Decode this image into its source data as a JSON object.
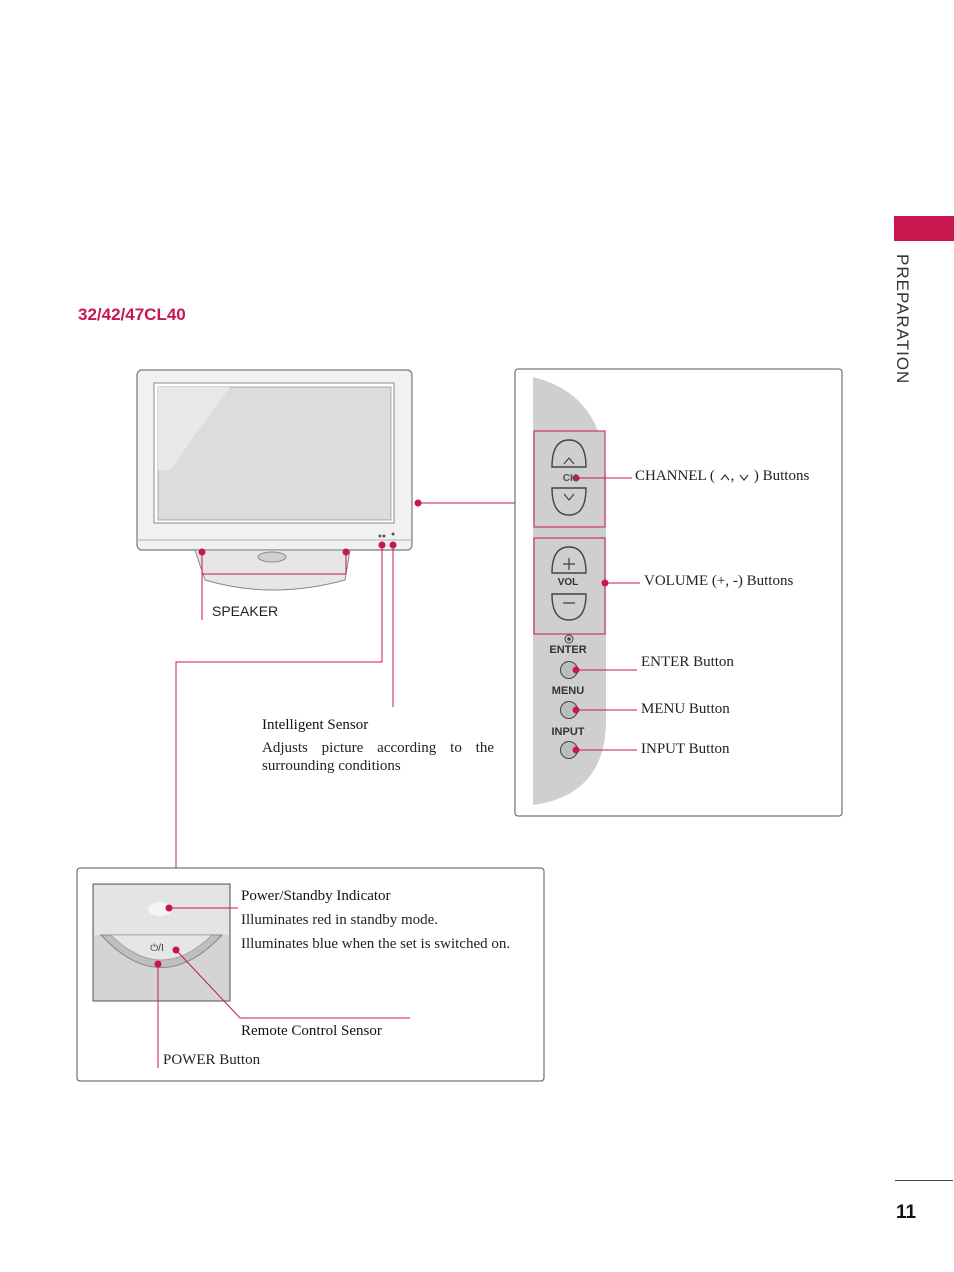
{
  "side_tab": {
    "label": "PREPARATION"
  },
  "model": {
    "title": "32/42/47CL40"
  },
  "page": {
    "number": "11"
  },
  "front": {
    "speaker_label": "SPEAKER",
    "sensor_title": "Intelligent Sensor",
    "sensor_desc": "Adjusts picture according to the surrounding conditions"
  },
  "side_panel": {
    "ch_text": "CH",
    "vol_text": "VOL",
    "enter_text": "ENTER",
    "menu_text": "MENU",
    "input_text": "INPUT",
    "channel_label_pre": "CHANNEL (",
    "channel_label_sep": ",",
    "channel_label_post": ") Buttons",
    "volume_label": "VOLUME (+, -) Buttons",
    "enter_label": "ENTER Button",
    "menu_label": "MENU Button",
    "input_label": "INPUT Button"
  },
  "bottom": {
    "power_symbol": "⏻/I",
    "indicator_title": "Power/Standby Indicator",
    "indicator_desc1": "Illuminates red in standby mode.",
    "indicator_desc2": "Illuminates blue when the set is switched on.",
    "remote_label": "Remote Control Sensor",
    "power_label": "POWER Button"
  },
  "colors": {
    "accent": "#c8174f",
    "panel_gray": "#cfcfcf",
    "line": "#c8174f"
  }
}
